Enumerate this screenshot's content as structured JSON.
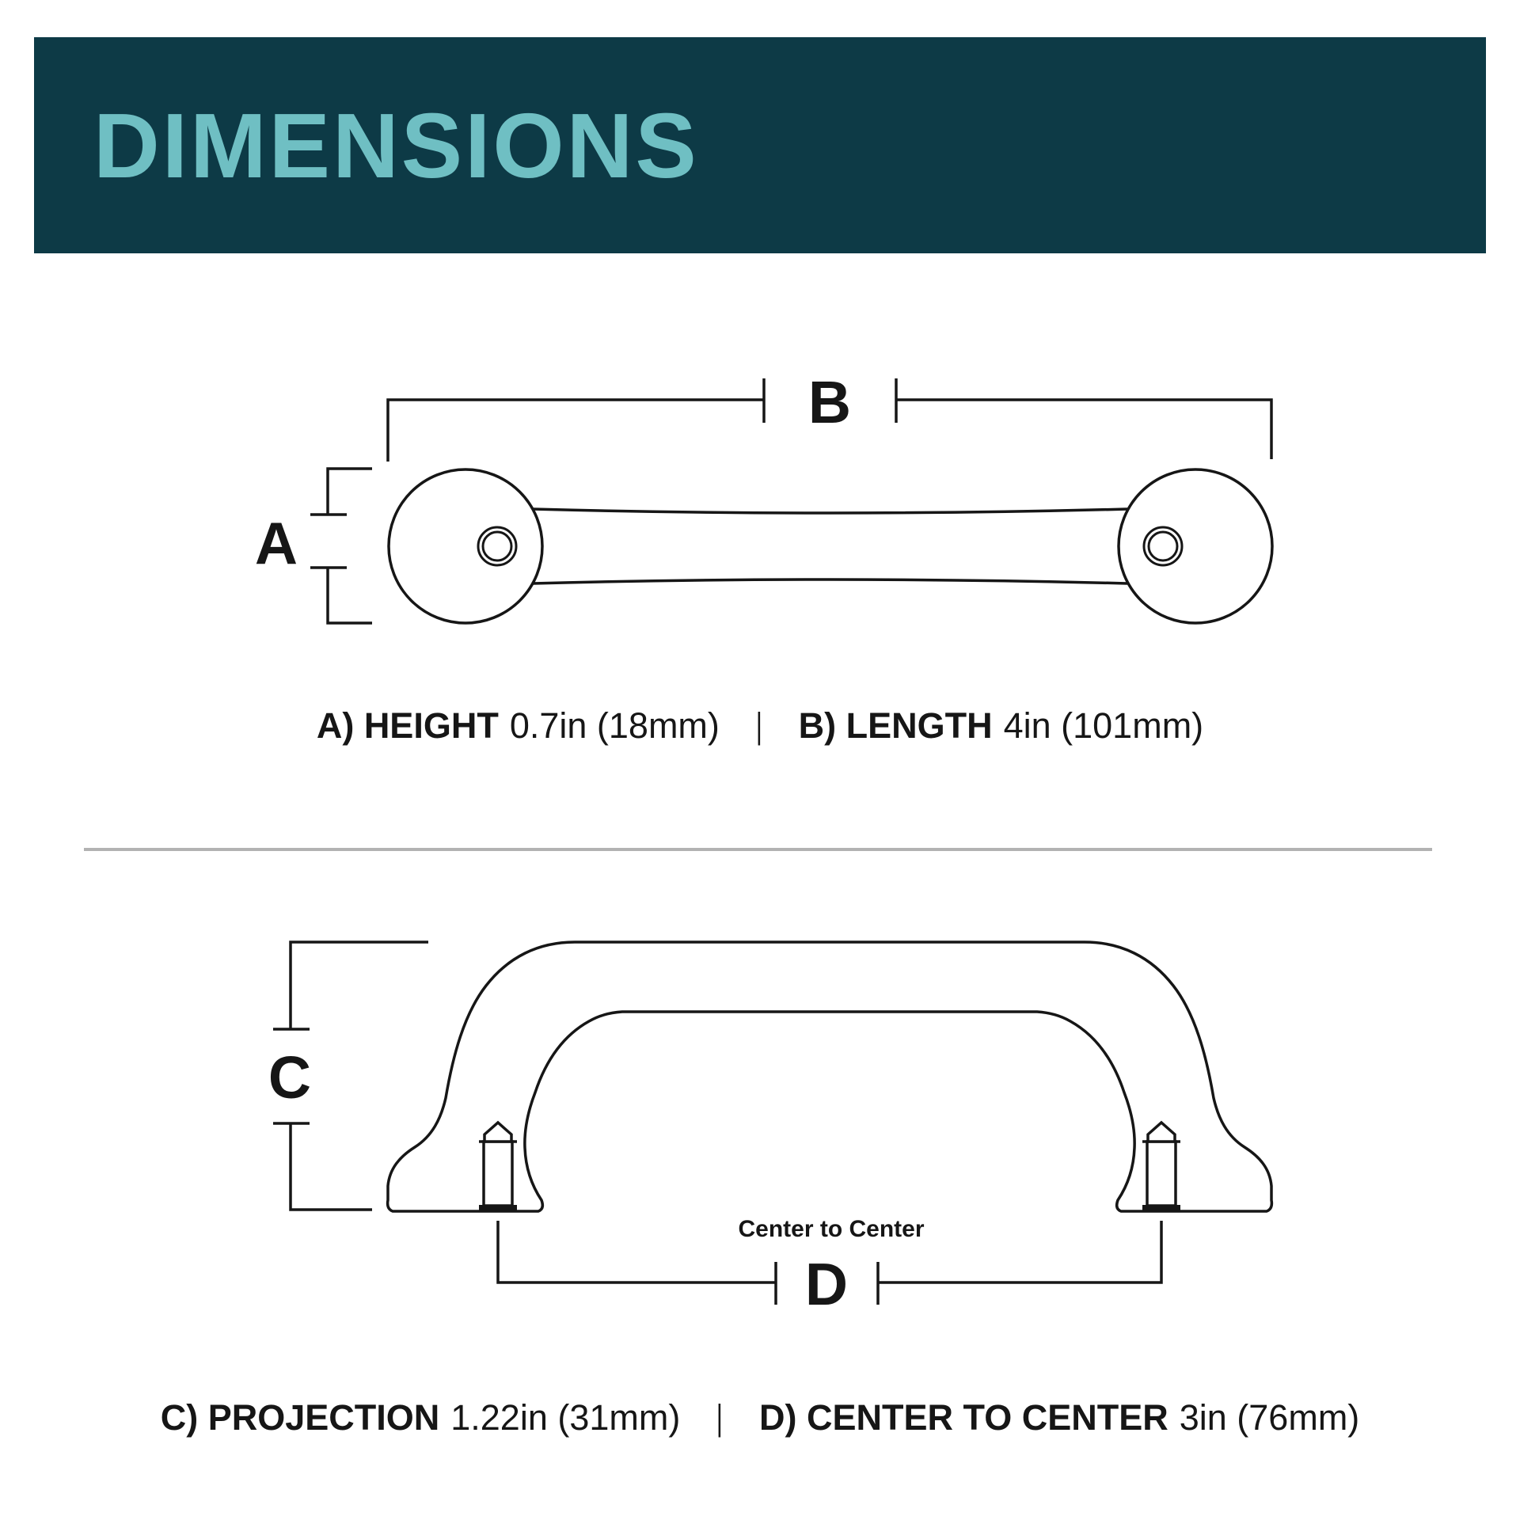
{
  "header": {
    "title": "DIMENSIONS"
  },
  "colors": {
    "banner_bg": "#0d3a46",
    "banner_text": "#6fbfc3",
    "ink": "#161616",
    "divider": "#b2b2b2",
    "page_bg": "#ffffff"
  },
  "top_diagram": {
    "label_a": "A",
    "label_b": "B"
  },
  "bottom_diagram": {
    "label_c": "C",
    "label_d": "D",
    "center_to_center": "Center to Center"
  },
  "specs_top": {
    "separator": "|",
    "items": [
      {
        "label": "A) HEIGHT",
        "value": "0.7in (18mm)"
      },
      {
        "label": "B) LENGTH",
        "value": "4in (101mm)"
      }
    ]
  },
  "specs_bottom": {
    "separator": "|",
    "items": [
      {
        "label": "C) PROJECTION",
        "value": "1.22in (31mm)"
      },
      {
        "label": "D) CENTER TO CENTER",
        "value": "3in (76mm)"
      }
    ]
  }
}
